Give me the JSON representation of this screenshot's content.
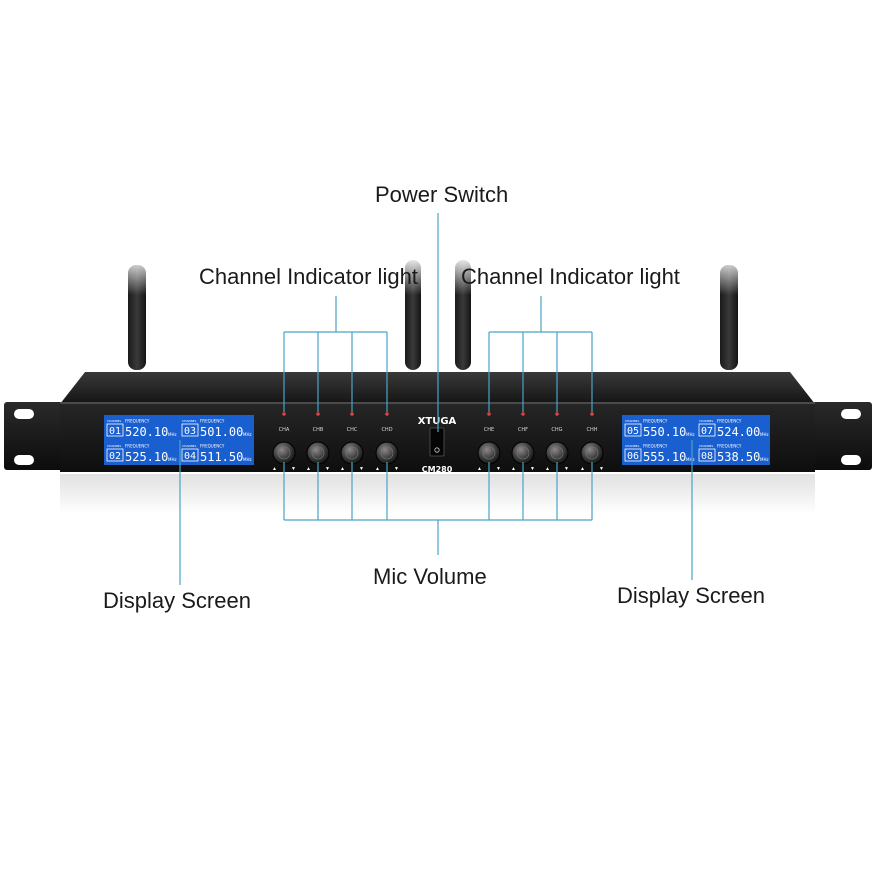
{
  "labels": {
    "power_switch": "Power Switch",
    "indicator_left": "Channel Indicator light",
    "indicator_right": "Channel Indicator light",
    "mic_volume": "Mic Volume",
    "display_left": "Display Screen",
    "display_right": "Display Screen"
  },
  "device": {
    "brand": "XTUGA",
    "model": "CM280",
    "channels_left": [
      "CHA",
      "CHB",
      "CHC",
      "CHD"
    ],
    "channels_right": [
      "CHE",
      "CHF",
      "CHG",
      "CHH"
    ],
    "lcd_left": [
      {
        "ch": "01",
        "freq": "520.10",
        "unit": "MHz",
        "tag": "CHANNEL",
        "flabel": "FREQUENCY"
      },
      {
        "ch": "03",
        "freq": "501.00",
        "unit": "MHz",
        "tag": "CHANNEL",
        "flabel": "FREQUENCY"
      },
      {
        "ch": "02",
        "freq": "525.10",
        "unit": "MHz",
        "tag": "CHANNEL",
        "flabel": "FREQUENCY"
      },
      {
        "ch": "04",
        "freq": "511.50",
        "unit": "MHz",
        "tag": "CHANNEL",
        "flabel": "FREQUENCY"
      }
    ],
    "lcd_right": [
      {
        "ch": "05",
        "freq": "550.10",
        "unit": "MHz",
        "tag": "CHANNEL",
        "flabel": "FREQUENCY"
      },
      {
        "ch": "07",
        "freq": "524.00",
        "unit": "MHz",
        "tag": "CHANNEL",
        "flabel": "FREQUENCY"
      },
      {
        "ch": "06",
        "freq": "555.10",
        "unit": "MHz",
        "tag": "CHANNEL",
        "flabel": "FREQUENCY"
      },
      {
        "ch": "08",
        "freq": "538.50",
        "unit": "MHz",
        "tag": "CHANNEL",
        "flabel": "FREQUENCY"
      }
    ]
  },
  "colors": {
    "callout_line": "#4aa3c7",
    "chassis": "#1c1c1c",
    "lcd_bg": "#1a5fd0",
    "indicator": "#e04040"
  }
}
